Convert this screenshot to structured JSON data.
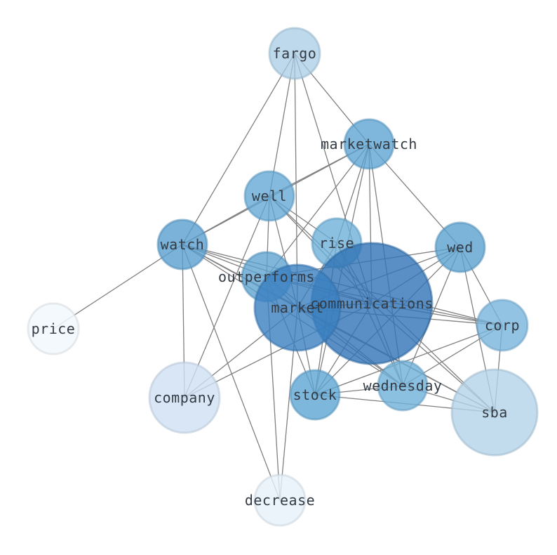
{
  "diagram": {
    "type": "network-graph",
    "nodes": [
      {
        "id": "fargo",
        "label": "fargo",
        "color": "#a8cce4"
      },
      {
        "id": "marketwatch",
        "label": "marketwatch",
        "color": "#5ba3d2"
      },
      {
        "id": "well",
        "label": "well",
        "color": "#62a7d4"
      },
      {
        "id": "watch",
        "label": "watch",
        "color": "#5a9fcf"
      },
      {
        "id": "rise",
        "label": "rise",
        "color": "#6aaed7"
      },
      {
        "id": "wed",
        "label": "wed",
        "color": "#5ba1d0"
      },
      {
        "id": "outperforms",
        "label": "outperforms",
        "color": "#5ba1d0"
      },
      {
        "id": "communications",
        "label": "communications",
        "color": "#2f73b5"
      },
      {
        "id": "market",
        "label": "market",
        "color": "#3a7fc0"
      },
      {
        "id": "corp",
        "label": "corp",
        "color": "#78b4dc"
      },
      {
        "id": "price",
        "label": "price",
        "color": "#f2f8fd"
      },
      {
        "id": "company",
        "label": "company",
        "color": "#cfe0f2"
      },
      {
        "id": "stock",
        "label": "stock",
        "color": "#5ea5d3"
      },
      {
        "id": "wednesday",
        "label": "wednesday",
        "color": "#6fb0d9"
      },
      {
        "id": "sba",
        "label": "sba",
        "color": "#b3d3e8"
      },
      {
        "id": "decrease",
        "label": "decrease",
        "color": "#e6f0fa"
      }
    ],
    "edges": [
      [
        "fargo",
        "watch"
      ],
      [
        "fargo",
        "well"
      ],
      [
        "fargo",
        "marketwatch"
      ],
      [
        "fargo",
        "market"
      ],
      [
        "fargo",
        "communications"
      ],
      [
        "marketwatch",
        "well"
      ],
      [
        "marketwatch",
        "watch"
      ],
      [
        "marketwatch",
        "rise"
      ],
      [
        "marketwatch",
        "wed"
      ],
      [
        "marketwatch",
        "communications"
      ],
      [
        "marketwatch",
        "outperforms"
      ],
      [
        "marketwatch",
        "wednesday"
      ],
      [
        "marketwatch",
        "stock"
      ],
      [
        "well",
        "watch"
      ],
      [
        "well",
        "market"
      ],
      [
        "well",
        "communications"
      ],
      [
        "well",
        "company"
      ],
      [
        "well",
        "sba"
      ],
      [
        "well",
        "rise"
      ],
      [
        "well",
        "outperforms"
      ],
      [
        "watch",
        "price"
      ],
      [
        "watch",
        "company"
      ],
      [
        "watch",
        "decrease"
      ],
      [
        "watch",
        "market"
      ],
      [
        "watch",
        "communications"
      ],
      [
        "watch",
        "outperforms"
      ],
      [
        "watch",
        "corp"
      ],
      [
        "watch",
        "sba"
      ],
      [
        "watch",
        "wednesday"
      ],
      [
        "rise",
        "communications"
      ],
      [
        "rise",
        "market"
      ],
      [
        "rise",
        "stock"
      ],
      [
        "rise",
        "wednesday"
      ],
      [
        "wed",
        "communications"
      ],
      [
        "wed",
        "market"
      ],
      [
        "wed",
        "corp"
      ],
      [
        "wed",
        "sba"
      ],
      [
        "wed",
        "stock"
      ],
      [
        "wed",
        "wednesday"
      ],
      [
        "wed",
        "outperforms"
      ],
      [
        "outperforms",
        "communications"
      ],
      [
        "outperforms",
        "market"
      ],
      [
        "outperforms",
        "corp"
      ],
      [
        "outperforms",
        "stock"
      ],
      [
        "outperforms",
        "wednesday"
      ],
      [
        "communications",
        "market"
      ],
      [
        "communications",
        "corp"
      ],
      [
        "communications",
        "stock"
      ],
      [
        "communications",
        "wednesday"
      ],
      [
        "communications",
        "sba"
      ],
      [
        "communications",
        "company"
      ],
      [
        "market",
        "corp"
      ],
      [
        "market",
        "stock"
      ],
      [
        "market",
        "wednesday"
      ],
      [
        "market",
        "sba"
      ],
      [
        "market",
        "decrease"
      ],
      [
        "market",
        "company"
      ],
      [
        "corp",
        "stock"
      ],
      [
        "corp",
        "wednesday"
      ],
      [
        "corp",
        "sba"
      ],
      [
        "stock",
        "wednesday"
      ],
      [
        "stock",
        "sba"
      ],
      [
        "wednesday",
        "sba"
      ],
      [
        "decrease",
        "outperforms"
      ]
    ]
  }
}
